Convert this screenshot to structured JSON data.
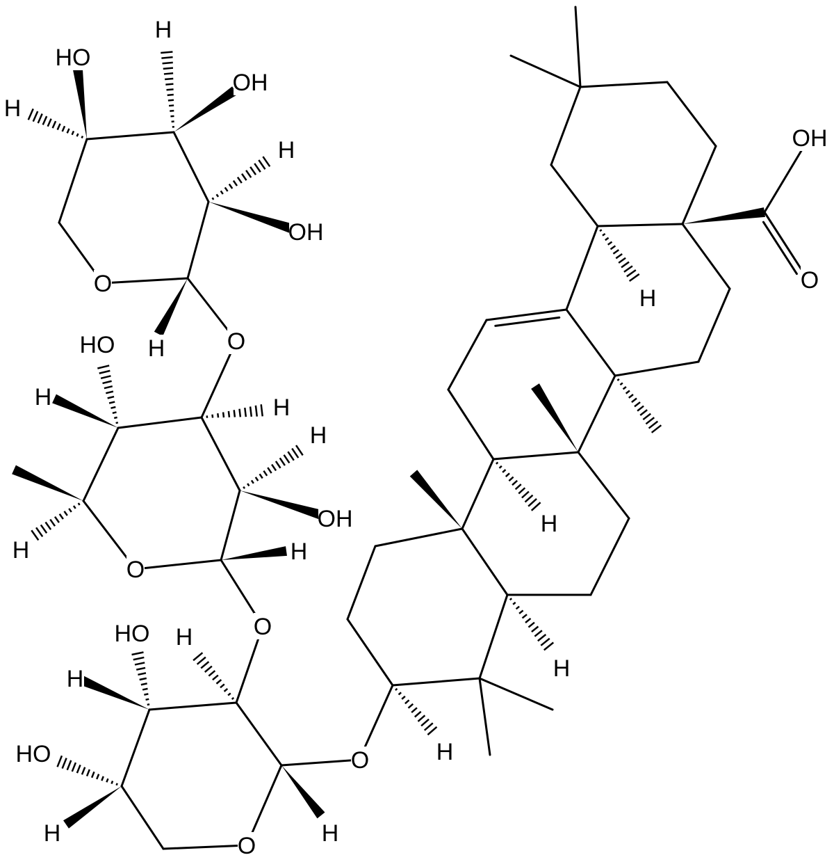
{
  "diagram": {
    "type": "chemical-structure",
    "atom_symbols": {
      "H": "H",
      "O": "O",
      "OH": "OH",
      "HO": "HO"
    }
  }
}
